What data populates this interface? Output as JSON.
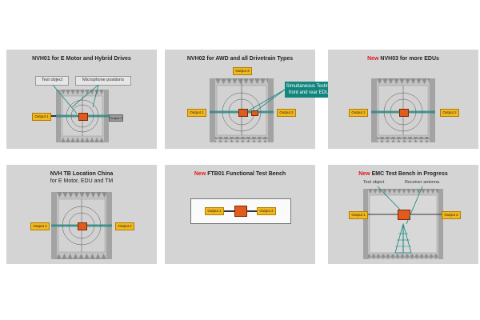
{
  "panels": {
    "nvh01": {
      "title": "NVH01 for E Motor and Hybrid Drives",
      "callout_object": "Test object",
      "callout_mic": "Microphone positions",
      "output1": "Output 1",
      "output2": "Output 2"
    },
    "nvh02": {
      "title": "NVH02 for AWD and all Drivetrain Types",
      "output1": "Output 1",
      "output2": "Output 2",
      "output3": "Output 3",
      "note_line1": "Simultaneous Testing",
      "note_line2": "front and rear EDU"
    },
    "nvh03": {
      "new": "New",
      "title": " NVH03 for more EDUs",
      "output1": "Output 1",
      "output2": "Output 2"
    },
    "china": {
      "title": "NVH TB Location China",
      "subtitle": "for E Motor, EDU and TM",
      "output1": "Output 1",
      "output2": "Output 2"
    },
    "ftb01": {
      "new": "New",
      "title": " FTB01 Functional Test Bench",
      "output1": "Output 1",
      "output2": "Output 2"
    },
    "emc": {
      "new": "New",
      "title": " EMC Test Bench in Progress",
      "label_object": "Test object",
      "label_antenna": "Receiver antenna",
      "output1": "Output 1",
      "output2": "Output 2"
    }
  },
  "colors": {
    "panel_bg": "#d4d4d4",
    "accent_orange": "#e25b1d",
    "output_yellow": "#f3b81d",
    "teal": "#12857c",
    "new_red": "#e0181e"
  }
}
